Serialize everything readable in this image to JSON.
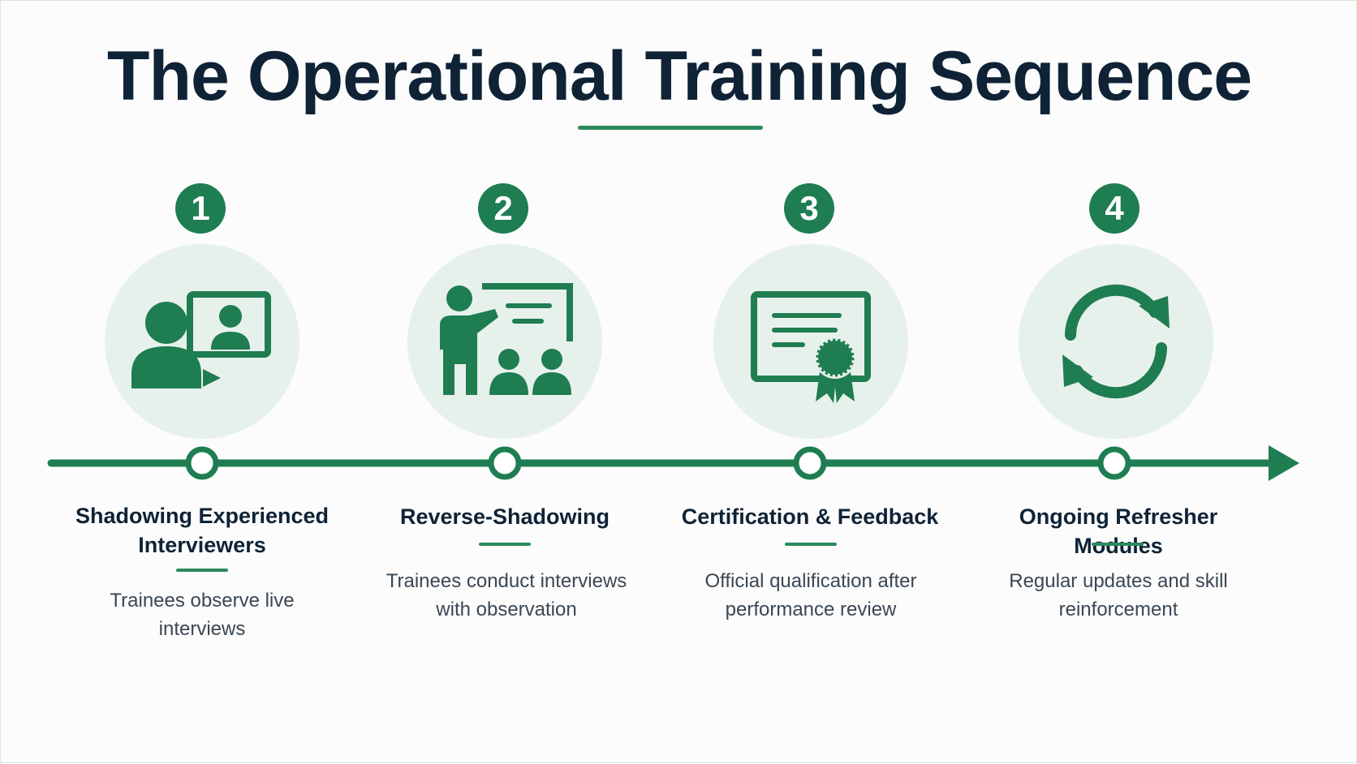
{
  "title": "The Operational Training Sequence",
  "colors": {
    "accent": "#1f7d52",
    "accent_light": "#e7f1ec",
    "title": "#0f2236",
    "body_text": "#3b4754"
  },
  "steps": [
    {
      "number": "1",
      "icon": "video-call-icon",
      "title": "Shadowing Experienced Interviewers",
      "description": "Trainees observe live interviews"
    },
    {
      "number": "2",
      "icon": "presentation-icon",
      "title": "Reverse-Shadowing",
      "description": "Trainees conduct interviews with observation"
    },
    {
      "number": "3",
      "icon": "certificate-icon",
      "title": "Certification & Feedback",
      "description": "Official qualification after performance review"
    },
    {
      "number": "4",
      "icon": "refresh-icon",
      "title": "Ongoing Refresher Modules",
      "description": "Regular updates and skill reinforcement"
    }
  ]
}
